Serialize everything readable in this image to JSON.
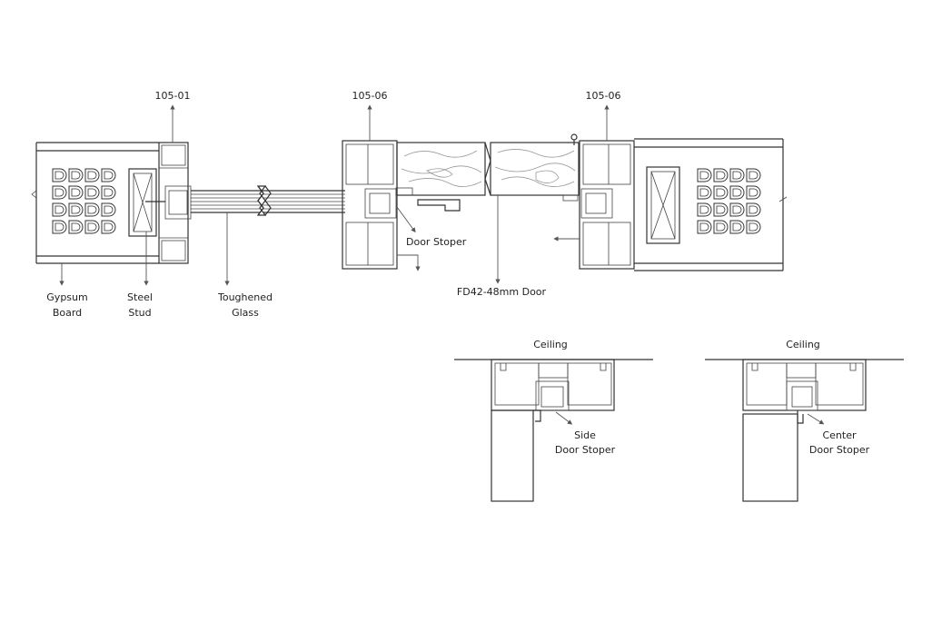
{
  "labels": {
    "profile_left": "105-01",
    "profile_mid": "105-06",
    "profile_right": "105-06",
    "gypsum_line1": "Gypsum",
    "gypsum_line2": "Board",
    "stud_line1": "Steel",
    "stud_line2": "Stud",
    "glass_line1": "Toughened",
    "glass_line2": "Glass",
    "door_stoper": "Door Stoper",
    "door": "FD42-48mm Door",
    "ceiling_left": "Ceiling",
    "ceiling_right": "Ceiling",
    "side_line1": "Side",
    "side_line2": "Door Stoper",
    "center_line1": "Center",
    "center_line2": "Door Stoper"
  },
  "colors": {
    "line": "#333333",
    "accent_line": "#999999"
  }
}
